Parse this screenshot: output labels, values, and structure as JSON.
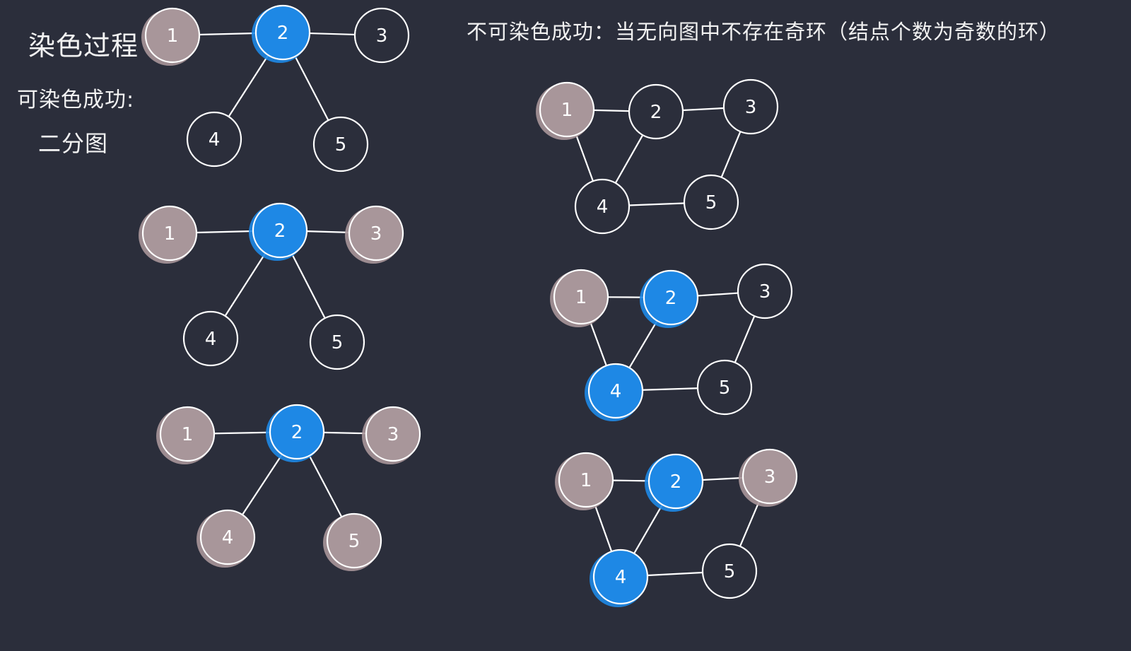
{
  "notes": {
    "title": "染色过程",
    "can_color": "可染色成功:",
    "bipartite": "二分图",
    "cannot_color": "不可染色成功：当无向图中不存在奇环（结点个数为奇数的环）"
  },
  "colors": {
    "background": "#2b2e3b",
    "stroke": "#ffffff",
    "pink": "#a8969a",
    "blue": "#1e88e5",
    "uncolored": "#2b2e3b"
  },
  "graphs": [
    {
      "name": "tree-step-1",
      "nodes": [
        {
          "id": "1",
          "label": "1",
          "color": "pink"
        },
        {
          "id": "2",
          "label": "2",
          "color": "blue"
        },
        {
          "id": "3",
          "label": "3",
          "color": "uncolored"
        },
        {
          "id": "4",
          "label": "4",
          "color": "uncolored"
        },
        {
          "id": "5",
          "label": "5",
          "color": "uncolored"
        }
      ],
      "edges": [
        [
          "1",
          "2"
        ],
        [
          "2",
          "3"
        ],
        [
          "2",
          "4"
        ],
        [
          "2",
          "5"
        ]
      ]
    },
    {
      "name": "tree-step-2",
      "nodes": [
        {
          "id": "1",
          "label": "1",
          "color": "pink"
        },
        {
          "id": "2",
          "label": "2",
          "color": "blue"
        },
        {
          "id": "3",
          "label": "3",
          "color": "pink"
        },
        {
          "id": "4",
          "label": "4",
          "color": "uncolored"
        },
        {
          "id": "5",
          "label": "5",
          "color": "uncolored"
        }
      ],
      "edges": [
        [
          "1",
          "2"
        ],
        [
          "2",
          "3"
        ],
        [
          "2",
          "4"
        ],
        [
          "2",
          "5"
        ]
      ]
    },
    {
      "name": "tree-step-3",
      "nodes": [
        {
          "id": "1",
          "label": "1",
          "color": "pink"
        },
        {
          "id": "2",
          "label": "2",
          "color": "blue"
        },
        {
          "id": "3",
          "label": "3",
          "color": "pink"
        },
        {
          "id": "4",
          "label": "4",
          "color": "pink"
        },
        {
          "id": "5",
          "label": "5",
          "color": "pink"
        }
      ],
      "edges": [
        [
          "1",
          "2"
        ],
        [
          "2",
          "3"
        ],
        [
          "2",
          "4"
        ],
        [
          "2",
          "5"
        ]
      ]
    },
    {
      "name": "cycle-step-1",
      "nodes": [
        {
          "id": "1",
          "label": "1",
          "color": "pink"
        },
        {
          "id": "2",
          "label": "2",
          "color": "uncolored"
        },
        {
          "id": "3",
          "label": "3",
          "color": "uncolored"
        },
        {
          "id": "4",
          "label": "4",
          "color": "uncolored"
        },
        {
          "id": "5",
          "label": "5",
          "color": "uncolored"
        }
      ],
      "edges": [
        [
          "1",
          "2"
        ],
        [
          "2",
          "3"
        ],
        [
          "1",
          "4"
        ],
        [
          "2",
          "4"
        ],
        [
          "3",
          "5"
        ],
        [
          "4",
          "5"
        ]
      ]
    },
    {
      "name": "cycle-step-2",
      "nodes": [
        {
          "id": "1",
          "label": "1",
          "color": "pink"
        },
        {
          "id": "2",
          "label": "2",
          "color": "blue"
        },
        {
          "id": "3",
          "label": "3",
          "color": "uncolored"
        },
        {
          "id": "4",
          "label": "4",
          "color": "blue"
        },
        {
          "id": "5",
          "label": "5",
          "color": "uncolored"
        }
      ],
      "edges": [
        [
          "1",
          "2"
        ],
        [
          "2",
          "3"
        ],
        [
          "1",
          "4"
        ],
        [
          "2",
          "4"
        ],
        [
          "3",
          "5"
        ],
        [
          "4",
          "5"
        ]
      ]
    },
    {
      "name": "cycle-step-3",
      "nodes": [
        {
          "id": "1",
          "label": "1",
          "color": "pink"
        },
        {
          "id": "2",
          "label": "2",
          "color": "blue"
        },
        {
          "id": "3",
          "label": "3",
          "color": "pink"
        },
        {
          "id": "4",
          "label": "4",
          "color": "blue"
        },
        {
          "id": "5",
          "label": "5",
          "color": "uncolored"
        }
      ],
      "edges": [
        [
          "1",
          "2"
        ],
        [
          "2",
          "3"
        ],
        [
          "1",
          "4"
        ],
        [
          "2",
          "4"
        ],
        [
          "3",
          "5"
        ],
        [
          "4",
          "5"
        ]
      ]
    }
  ]
}
